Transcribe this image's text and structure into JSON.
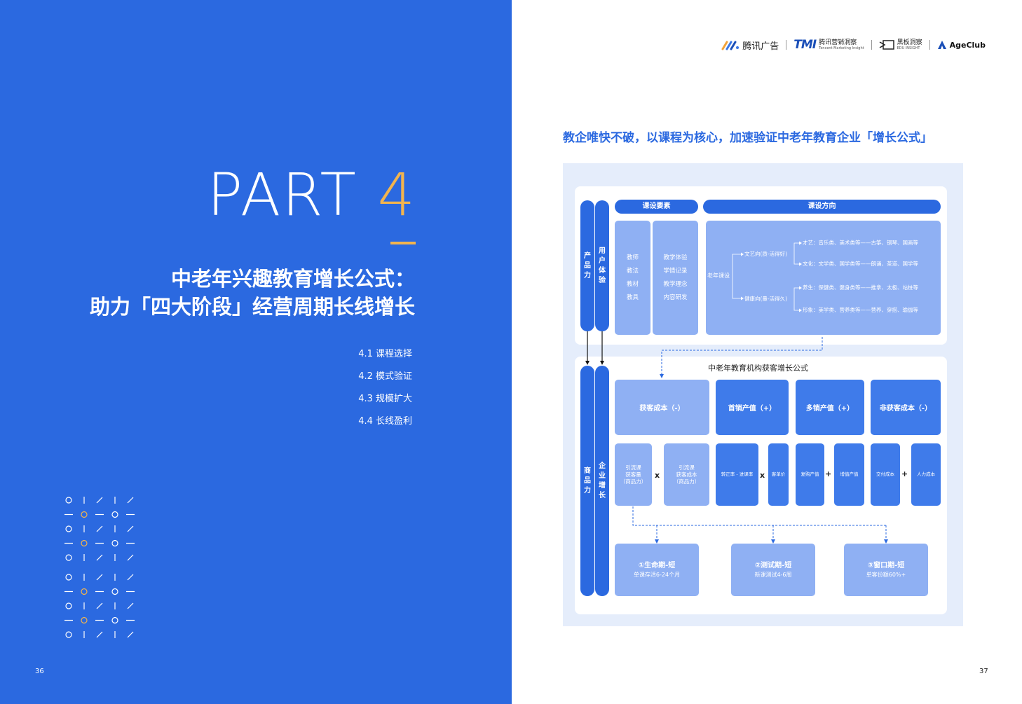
{
  "left_page": {
    "part_word": "PART",
    "part_number": "4",
    "headline_line1": "中老年兴趣教育增长公式：",
    "headline_line2": "助力「四大阶段」经营周期长线增长",
    "toc": [
      "4.1 课程选择",
      "4.2 模式验证",
      "4.3 规模扩大",
      "4.4 长线盈利"
    ],
    "page_number": "36",
    "colors": {
      "background": "#2b69e0",
      "accent": "#f2b44e"
    }
  },
  "right_page": {
    "logos": {
      "tencent_ad": "腾讯广告",
      "tmi_mark": "TMI",
      "tmi_name": "腾讯营销洞察",
      "tmi_sub": "Tencent Marketing Insight",
      "edu_name": "黑板洞察",
      "edu_sub": "EDU INSIGHT",
      "ageclub": "AgeClub"
    },
    "title": "教企唯快不破，以课程为核心，加速验证中老年教育企业「增长公式」",
    "page_number": "37",
    "diagram": {
      "vbar_product": "产品力",
      "vbar_user": "用户体验",
      "vbar_goods": "商品力",
      "vbar_growth": "企业增长",
      "header_elements": "课设要素",
      "header_direction": "课设方向",
      "elements_col1": [
        "教师",
        "教法",
        "教材",
        "教具"
      ],
      "elements_col2": [
        "教学体验",
        "学情记录",
        "教学理念",
        "内容研发"
      ],
      "tree": {
        "root": "老年课设",
        "branch1": "文艺向(质-活得好)",
        "branch2": "健康向(量-活得久)",
        "leaf1": "才艺：音乐类、美术类等——古筝、钢琴、国画等",
        "leaf2": "文化：文学类、国学类等——朗诵、茶道、国学等",
        "leaf3": "养生：保健类、健身类等——推拿、太极、站桩等",
        "leaf4": "形象：美学类、营养类等——营养、穿搭、瑜伽等"
      },
      "formula_title": "中老年教育机构获客增长公式",
      "formula_headers": [
        "获客成本（-）",
        "首销产值（+）",
        "多销产值（+）",
        "非获客成本（-）"
      ],
      "sub_boxes": {
        "b1": "引流课\n获客量\n（商品力）",
        "b2": "引流课\n获客成本\n（商品力）",
        "b3": "转正率 - 进课率",
        "b4": "客单价",
        "b5": "复购产值",
        "b6": "增值产值",
        "b7": "交付成本",
        "b8": "人力成本"
      },
      "operators": [
        "x",
        "x",
        "+",
        "+"
      ],
      "stages": [
        {
          "title": "①生命期-短",
          "desc": "单课存活6-24个月"
        },
        {
          "title": "②测试期-短",
          "desc": "新课测试4-6周"
        },
        {
          "title": "③窗口期-短",
          "desc": "单客份额60%+"
        }
      ]
    }
  }
}
